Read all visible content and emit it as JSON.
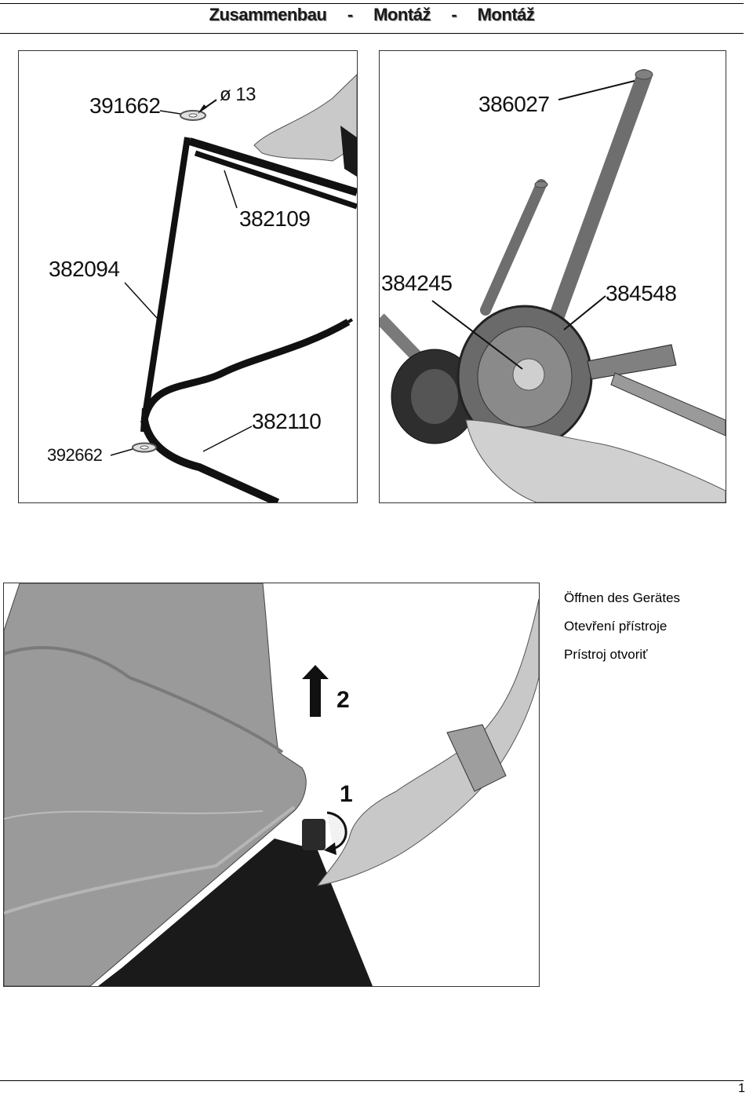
{
  "header": {
    "title_de": "Zusammenbau",
    "separator": "-",
    "title_cs": "Montáž",
    "title_sk": "Montáž"
  },
  "panel_frame": {
    "labels": {
      "washer_top": "391662",
      "diameter": "ø 13",
      "handle_tube": "382109",
      "leg_left": "382094",
      "washer_bottom": "392662",
      "base_frame": "382110"
    }
  },
  "panel_wheel": {
    "labels": {
      "push_tube": "386027",
      "hub_cap": "384245",
      "wheel": "384548"
    }
  },
  "panel_open": {
    "steps": {
      "step_two": "2",
      "step_one": "1"
    }
  },
  "instructions": {
    "de": "Öffnen des Gerätes",
    "cs": "Otevření přístroje",
    "sk": "Prístroj otvoriť"
  },
  "footer": {
    "page_number": "1"
  }
}
